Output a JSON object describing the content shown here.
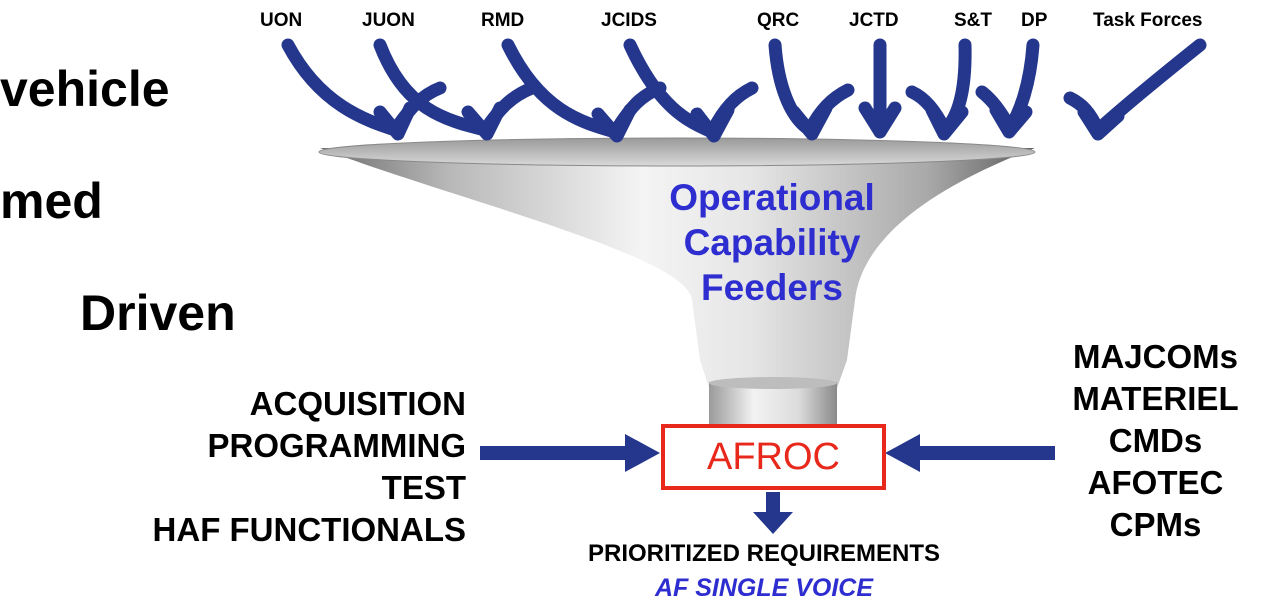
{
  "feeders": [
    "UON",
    "JUON",
    "RMD",
    "JCIDS",
    "QRC",
    "JCTD",
    "S&T",
    "DP",
    "Task Forces"
  ],
  "left_bullets": [
    "vehicle",
    "med",
    "Driven"
  ],
  "funnel": {
    "line1": "Operational",
    "line2": "Capability",
    "line3": "Feeders"
  },
  "left_inputs": [
    "ACQUISITION",
    "PROGRAMMING",
    "TEST",
    "HAF FUNCTIONALS"
  ],
  "right_inputs": [
    "MAJCOMs",
    "MATERIEL",
    "CMDs",
    "AFOTEC",
    "CPMs"
  ],
  "hub_label": "AFROC",
  "outputs": {
    "line1": "PRIORITIZED REQUIREMENTS",
    "line2": "AF SINGLE VOICE"
  },
  "colors": {
    "arrow": "#24378c",
    "funnel_text": "#2e2ed0",
    "hub_border": "#e8281a",
    "hub_text": "#e8281a",
    "italic_text": "#2e2ed0"
  }
}
